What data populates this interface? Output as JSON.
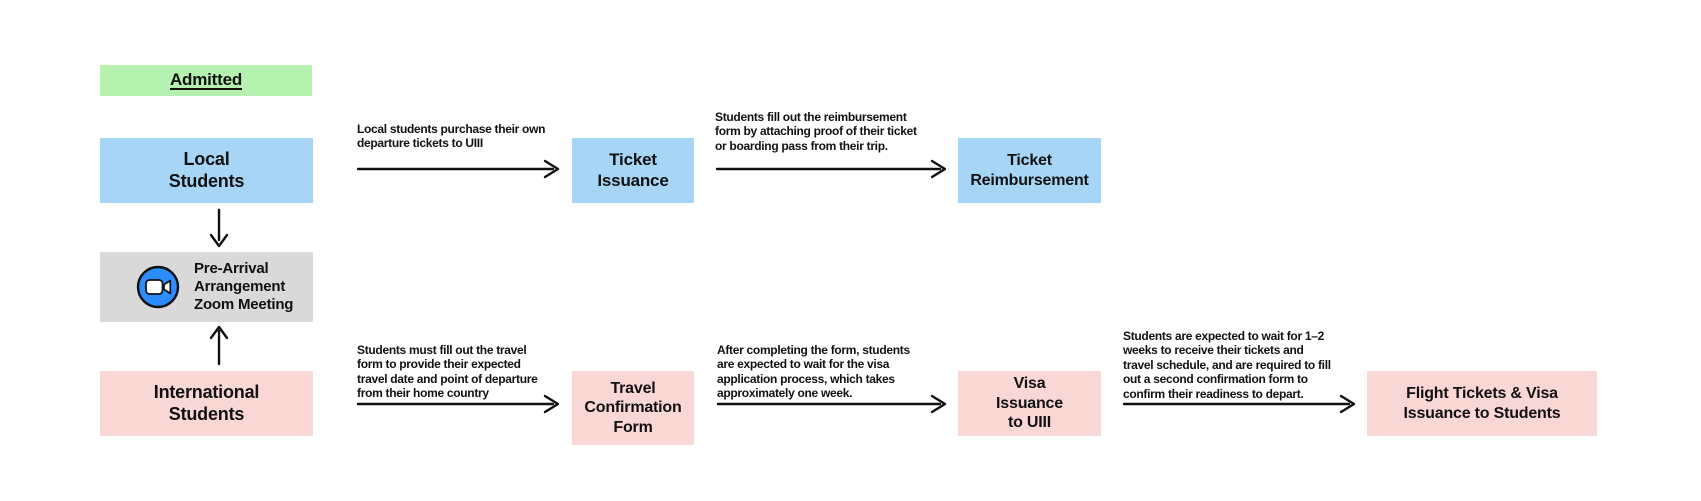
{
  "header": {
    "status_badge": "Admitted"
  },
  "nodes": {
    "local_students": "Local\nStudents",
    "ticket_issuance": "Ticket\nIssuance",
    "ticket_reimbursement": "Ticket\nReimbursement",
    "pre_arrival_meeting": "Pre-Arrival\nArrangement\nZoom Meeting",
    "international_students": "International\nStudents",
    "travel_confirmation_form": "Travel\nConfirmation\nForm",
    "visa_issuance_to_uiii": "Visa\nIssuance\nto UIII",
    "flight_tickets_visa": "Flight Tickets & Visa\nIssuance to Students"
  },
  "edges": {
    "local_to_ticket_issuance": "Local students purchase their own\ndeparture tickets to UIII",
    "ticket_issuance_to_reimbursement": "Students fill out the reimbursement\nform by attaching proof of their ticket\nor boarding pass from their trip.",
    "international_to_travel_form": "Students must fill out the travel\nform to provide their expected\ntravel date and point of departure\nfrom their home country",
    "travel_form_to_visa": "After completing the form, students\nare expected to wait for the visa\napplication process, which takes\napproximately one week.",
    "visa_to_flight_tickets": "Students are expected to wait for 1–2\nweeks to receive their tickets and\ntravel schedule, and are required to fill\nout a second confirmation form to\nconfirm their readiness to depart."
  },
  "icons": {
    "zoom_meeting": "zoom-video-camera-icon"
  },
  "colors": {
    "admitted_green": "#b6f2af",
    "local_track_blue": "#a6d5f6",
    "international_track_pink": "#f9d7d5",
    "meeting_gray": "#d9d9d9",
    "zoom_brand_blue": "#2d8cff",
    "text": "#111111"
  }
}
